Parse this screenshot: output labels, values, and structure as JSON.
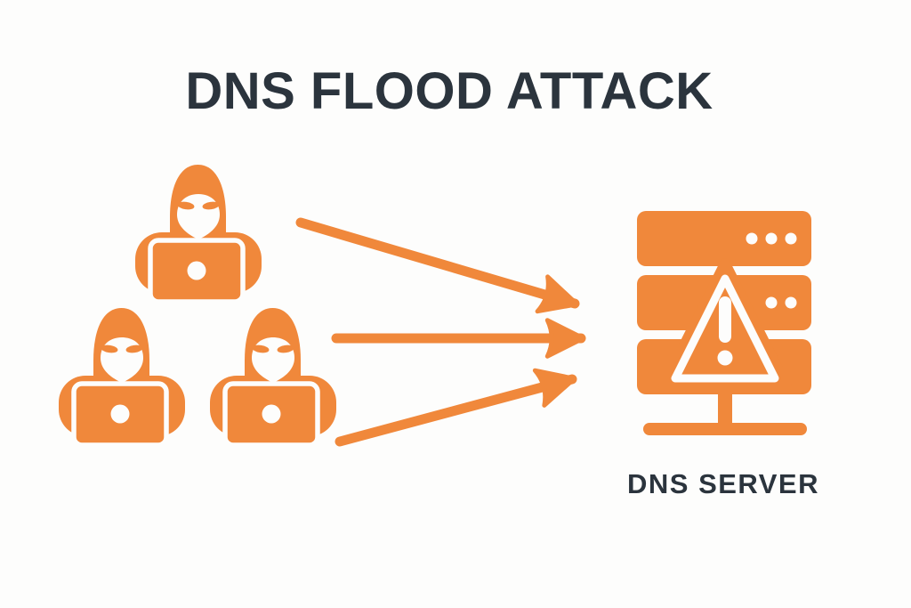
{
  "title": "DNS FLOOD ATTACK",
  "diagram": {
    "type": "threat-infographic",
    "attacker_count": 3,
    "arrow_count": 3,
    "attacker_icon": "hooded-hacker-with-laptop",
    "target": {
      "label": "DNS SERVER",
      "icon": "server-rack-with-warning-triangle"
    }
  },
  "colors": {
    "accent_orange": "#F0883B",
    "text_dark": "#2B343D",
    "background": "#FDFDFC"
  }
}
